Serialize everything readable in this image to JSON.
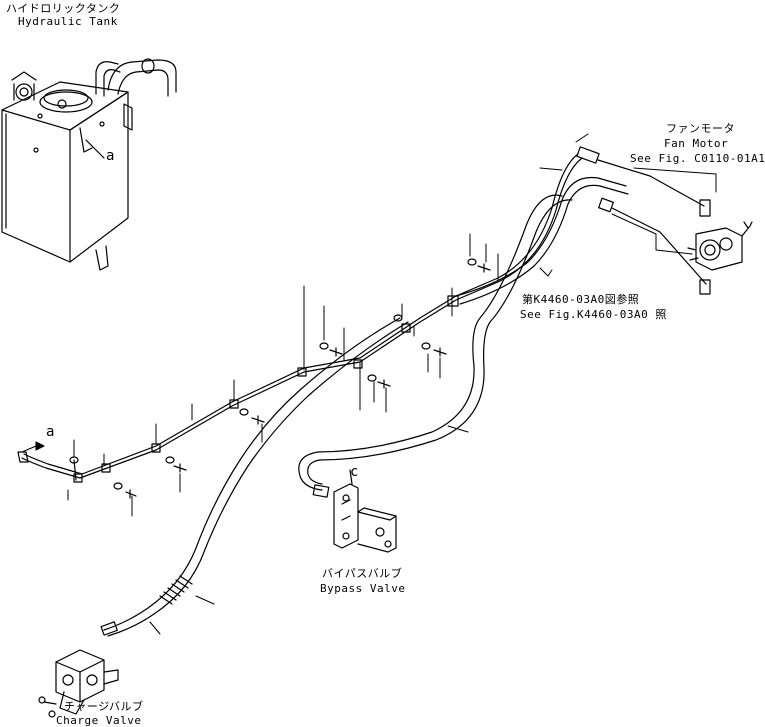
{
  "labels": {
    "hydraulic_tank_jp": "ハイドロリックタンク",
    "hydraulic_tank_en": "Hydraulic Tank",
    "fan_motor_jp": "ファンモータ",
    "fan_motor_en": "Fan Motor",
    "fan_motor_ref": "See Fig. C0110-01A1",
    "ref_jp": "第K4460-03A0図参照",
    "ref_en": "See Fig.K4460-03A0 照",
    "bypass_valve_jp": "バイパスバルブ",
    "bypass_valve_en": "Bypass Valve",
    "charge_valve_jp": "チャージバルブ",
    "charge_valve_en": "Charge Valve",
    "marker_a_tank": "a",
    "marker_a_left": "a",
    "marker_c": "c"
  }
}
